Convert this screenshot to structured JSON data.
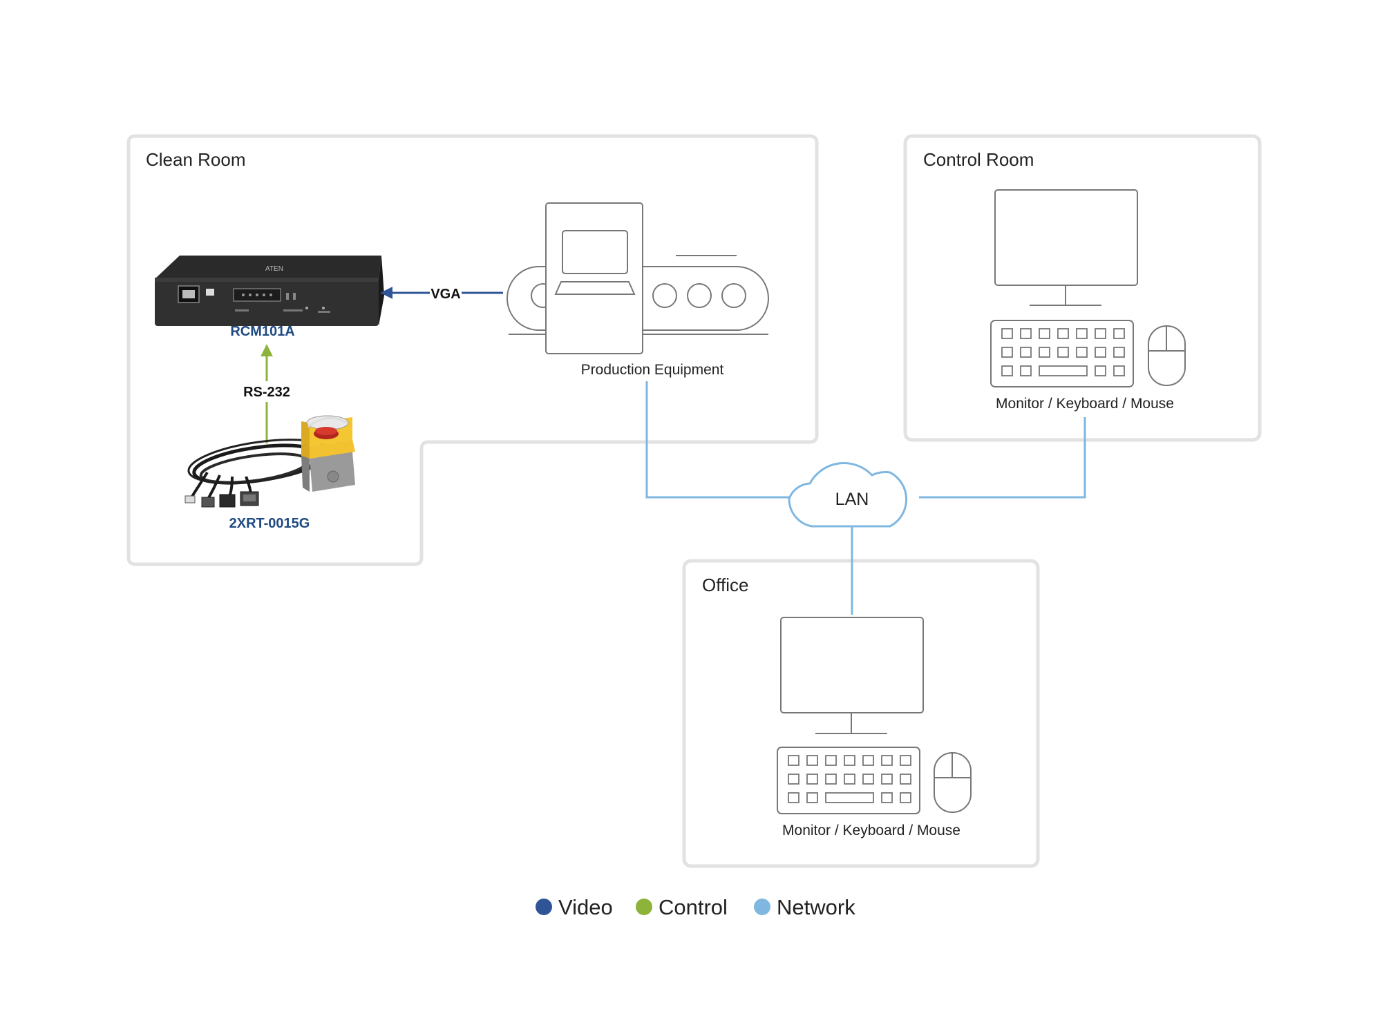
{
  "rooms": {
    "clean_room": "Clean Room",
    "control_room": "Control Room",
    "office": "Office"
  },
  "devices": {
    "rcm": "RCM101A",
    "cable": "2XRT-0015G",
    "production": "Production Equipment",
    "control_station": "Monitor / Keyboard / Mouse",
    "office_station": "Monitor / Keyboard / Mouse",
    "rcm_brand": "ATEN"
  },
  "connections": {
    "vga": "VGA",
    "rs232": "RS-232",
    "lan": "LAN"
  },
  "legend": [
    {
      "label": "Video",
      "color": "#2f5597"
    },
    {
      "label": "Control",
      "color": "#8db33a"
    },
    {
      "label": "Network",
      "color": "#7fb7e0"
    }
  ],
  "colors": {
    "video": "#2f5597",
    "control": "#8db33a",
    "network": "#7fb7e0",
    "device_label": "#1f4a82"
  }
}
